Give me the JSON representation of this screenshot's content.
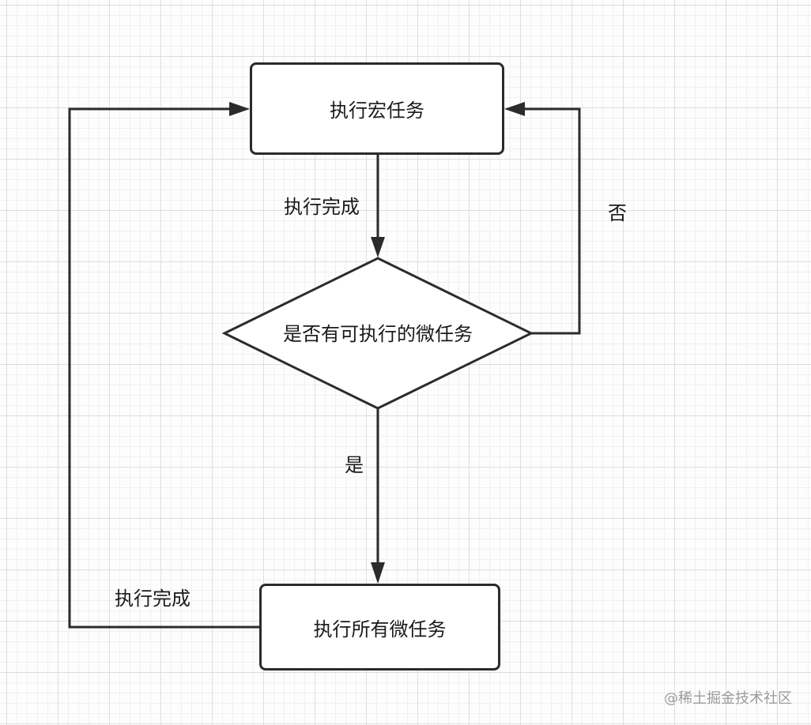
{
  "diagram": {
    "nodes": {
      "macro_task": "执行宏任务",
      "decision": "是否有可执行的微任务",
      "micro_tasks": "执行所有微任务"
    },
    "edges": {
      "macro_done": "执行完成",
      "no": "否",
      "yes": "是",
      "micro_done": "执行完成"
    }
  },
  "watermark": "@稀土掘金技术社区",
  "colors": {
    "stroke": "#2b2b2b",
    "text": "#1a1a1a",
    "grid": "#dedede",
    "watermark": "#9b9b9b"
  }
}
